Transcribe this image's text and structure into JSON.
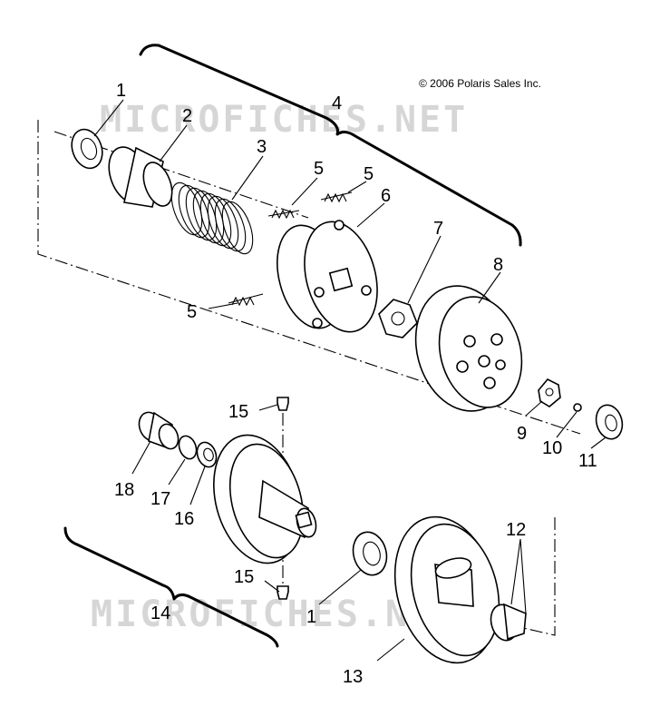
{
  "copyright": "© 2006 Polaris Sales Inc.",
  "watermark": "MICROFICHES.NET",
  "callouts": {
    "p1_top": "1",
    "p1_bottom": "1",
    "p2": "2",
    "p3": "3",
    "p4": "4",
    "p5_a": "5",
    "p5_b": "5",
    "p5_c": "5",
    "p6": "6",
    "p7": "7",
    "p8": "8",
    "p9": "9",
    "p10": "10",
    "p11": "11",
    "p12": "12",
    "p13": "13",
    "p14": "14",
    "p15_top": "15",
    "p15_bottom": "15",
    "p16": "16",
    "p17": "17",
    "p18": "18"
  }
}
